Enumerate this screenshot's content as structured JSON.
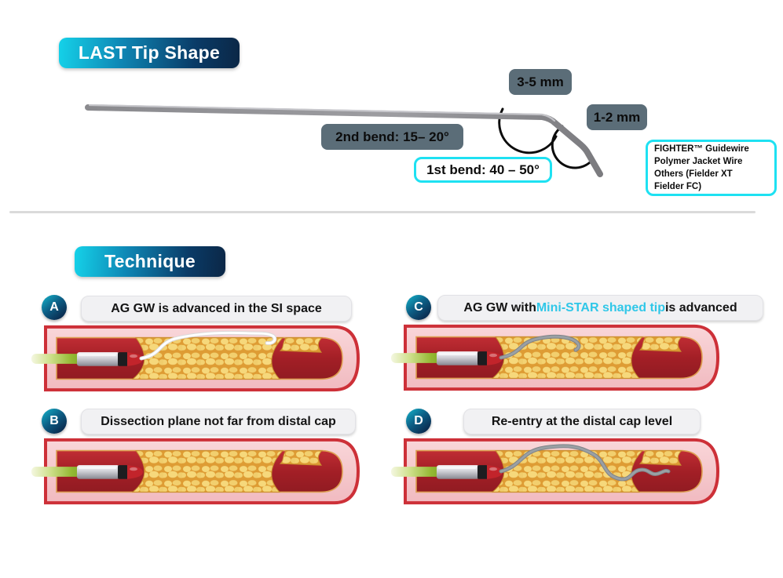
{
  "top_section": {
    "title": "LAST Tip Shape",
    "labels": {
      "distal_segment_length": "3-5 mm",
      "tip_segment_length": "1-2 mm",
      "second_bend": "2nd bend: 15– 20°",
      "first_bend": "1st bend: 40 – 50°",
      "wire_info": "FIGHTER™ Guidewire\nPolymer Jacket Wire\nOthers (Fielder XT\nFielder FC)"
    }
  },
  "technique_section": {
    "title": "Technique",
    "panels": [
      {
        "id": "A",
        "label": "AG GW is advanced in the SI space"
      },
      {
        "id": "B",
        "label": "Dissection plane not far from distal cap"
      },
      {
        "id": "C",
        "label_pre": "AG GW with ",
        "label_highlight": "Mini-STAR shaped tip",
        "label_post": " is advanced"
      },
      {
        "id": "D",
        "label": "Re-entry at the distal cap level"
      }
    ]
  },
  "colors": {
    "accent_cyan_border": "#1ee1f2",
    "highlight_text_cyan": "#2fc7e8",
    "badge_slate": "#5b6d78",
    "title_gradient_start": "#15d2e9",
    "title_gradient_end": "#0b2746",
    "vessel_wall_pink": "#f6cdd1",
    "vessel_outline_red": "#cd3038",
    "lumen_red": "#a31f26",
    "plaque_yellow": "#f6d87b",
    "plaque_gap_orange": "#de9c34",
    "wire_gray": "#999da1",
    "wire_white": "#ffffff"
  }
}
